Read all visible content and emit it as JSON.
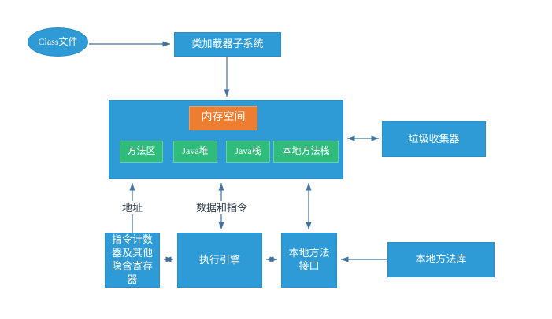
{
  "diagram": {
    "nodes": {
      "class_file": {
        "label": "Class文件"
      },
      "class_loader": {
        "label": "类加载器子系统"
      },
      "memory_space": {
        "label": "内存空间"
      },
      "method_area": {
        "label": "方法区"
      },
      "java_heap": {
        "label": "Java堆"
      },
      "java_stack": {
        "label": "Java栈"
      },
      "native_method_stack": {
        "label": "本地方法栈"
      },
      "garbage_collector": {
        "label": "垃圾收集器"
      },
      "instruction_counter": {
        "label": "指令计数器及其他隐含寄存器"
      },
      "execution_engine": {
        "label": "执行引擎"
      },
      "native_method_interface": {
        "label": "本地方法接口"
      },
      "native_method_library": {
        "label": "本地方法库"
      }
    },
    "edge_labels": {
      "address": "地址",
      "data_and_instructions": "数据和指令"
    },
    "colors": {
      "node_blue": "#2e9bd6",
      "node_green": "#30bd7c",
      "node_orange": "#ed7d31",
      "connector_line": "#41719c",
      "node_text": "#ffffff",
      "edge_label_text": "#2d3b49",
      "background": "#ffffff"
    }
  }
}
